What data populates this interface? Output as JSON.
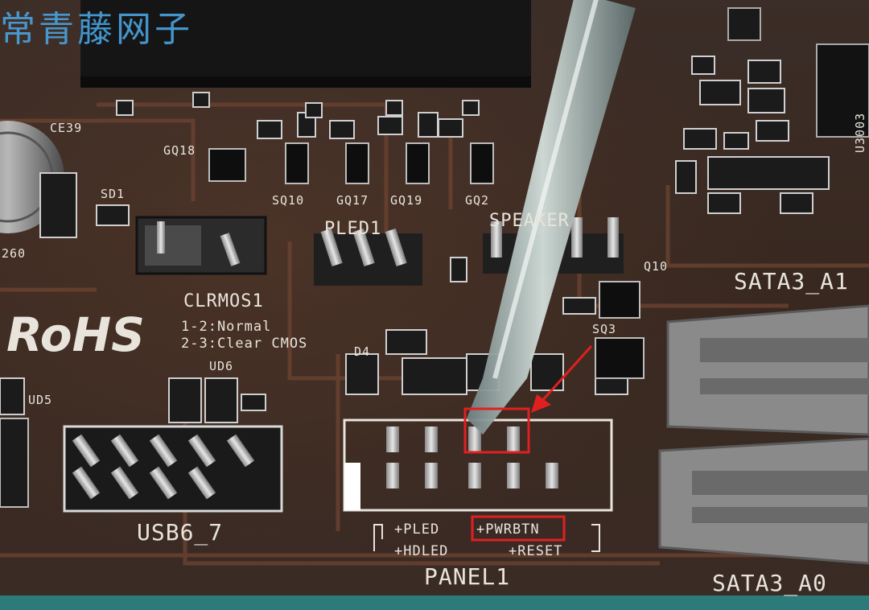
{
  "labels": {
    "ce39": "CE39",
    "gq18": "GQ18",
    "sd1": "SD1",
    "sq10": "SQ10",
    "gq17": "GQ17",
    "gq19": "GQ19",
    "gq2": "GQ2",
    "q10": "Q10",
    "sq3": "SQ3",
    "d4": "D4",
    "ud6": "UD6",
    "ud5": "UD5",
    "u3003": "U3003",
    "pled_header": "PLED1",
    "spk_header": "SPEAKER",
    "clrmos": "CLRMOS1",
    "clrmos_note1": "1-2:Normal",
    "clrmos_note2": "2-3:Clear CMOS",
    "rohs": "RoHS",
    "usb": "USB6_7",
    "sata_a1": "SATA3_A1",
    "sata_a0": "SATA3_A0",
    "panel": "PANEL1",
    "pin_pled": "+PLED",
    "pin_pwrbtn": "+PWRBTN",
    "pin_hdled": "+HDLED",
    "pin_reset": "+RESET",
    "num260": "260"
  },
  "watermark": "常青藤网子",
  "colors": {
    "board": "#3a2a22",
    "trace": "#6b4230",
    "silkscreen": "#e8e4dc",
    "highlight": "#e02020",
    "watermark": "#4aa3df"
  }
}
